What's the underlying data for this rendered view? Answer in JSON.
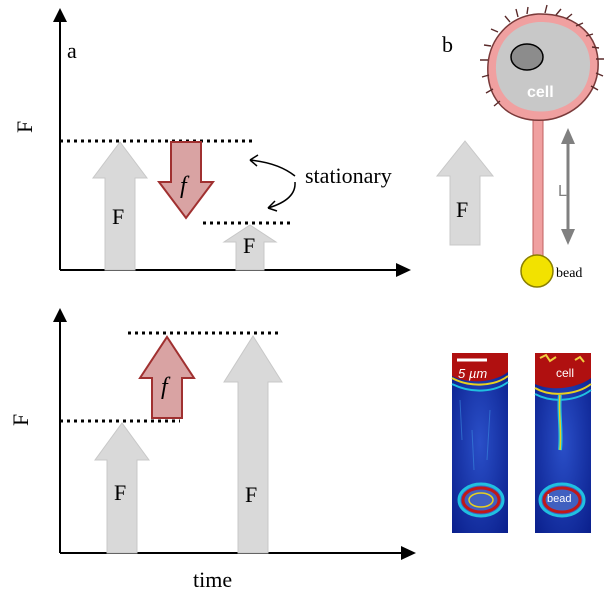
{
  "panel_a": {
    "label": "a",
    "top_plot": {
      "ylabel": "F",
      "big_arrow_label": "F",
      "small_arrow_label": "F",
      "force_change_label": "f",
      "annotation": "stationary"
    },
    "bottom_plot": {
      "ylabel": "F",
      "xlabel": "time",
      "left_arrow_label": "F",
      "right_arrow_label": "F",
      "force_change_label": "f"
    }
  },
  "panel_b": {
    "label": "b",
    "force_arrow_label": "F",
    "cell_label": "cell",
    "length_label": "L",
    "bead_label": "bead",
    "micrograph": {
      "scale_bar_label": "5 µm",
      "cell_label": "cell",
      "bead_label": "bead"
    }
  },
  "colors": {
    "gray_arrow": "#d9d9d9",
    "red_arrow_fill": "#d9a3a3",
    "red_arrow_stroke": "#a03030",
    "cell_membrane": "#f0a0a0",
    "cell_body": "#c8c8c8",
    "nucleus": "#8c8c8c",
    "bead": "#f2e200"
  }
}
